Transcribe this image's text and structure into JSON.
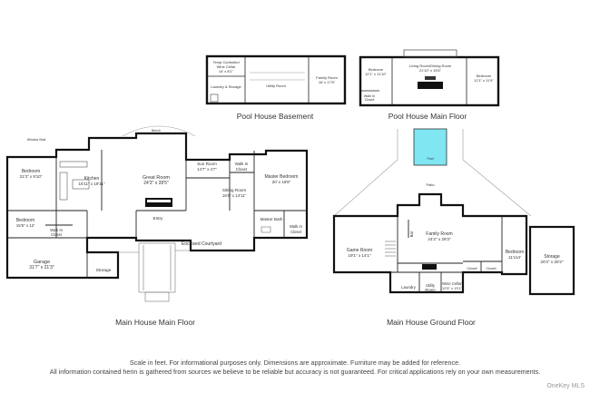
{
  "pool_basement": {
    "title": "Pool House Basement",
    "rooms": {
      "wine_cellar_1": "Temp Controlled",
      "wine_cellar_2": "Wine Cellar",
      "wine_cellar_3": "14' x 8'1\"",
      "laundry": "Laundry & Storage",
      "utility": "Utility Room",
      "family_1": "Family Room",
      "family_2": "16' x 17'8\""
    }
  },
  "pool_main": {
    "title": "Pool House Main Floor",
    "rooms": {
      "bed_left_1": "Bedroom",
      "bed_left_2": "12'1\" x 11'10\"",
      "living_1": "Living Room/Dining Room",
      "living_2": "21'10\" x 15'6\"",
      "bed_right_1": "Bedroom",
      "bed_right_2": "12'1\" x 11'9\"",
      "walkin_1": "Walk In",
      "walkin_2": "Closet"
    }
  },
  "main_main": {
    "title": "Main House Main Floor",
    "rooms": {
      "bedroom_1": "Bedroom",
      "bedroom_2": "21'3\" x 9'10\"",
      "kitchen_1": "Kitchen",
      "kitchen_2": "15'11\" x 19'11\"",
      "great_1": "Great Room",
      "great_2": "24'3\" x 28'5\"",
      "sun_1": "Sun Room",
      "sun_2": "14'7\" x 4'7\"",
      "walkin_a_1": "Walk In",
      "walkin_a_2": "Closet",
      "master_1": "Master Bedroom",
      "master_2": "20' x 18'8\"",
      "sitting_1": "Sitting Room",
      "sitting_2": "16'6\" x 14'11\"",
      "bedroom2_1": "Bedroom",
      "bedroom2_2": "15'5\" x 12'",
      "walkin_b_1": "Walk In",
      "walkin_b_2": "Closet",
      "entry": "Entry",
      "master_bath": "Master Bath",
      "walkin_c_1": "Walk In",
      "walkin_c_2": "Closet",
      "courtyard": "Enclosed Courtyard",
      "garage_1": "Garage",
      "garage_2": "31'7\" x 21'3\"",
      "storage": "Storage",
      "bench": "Bench",
      "window_seat": "Window Seat"
    }
  },
  "main_ground": {
    "title": "Main House Ground Floor",
    "rooms": {
      "pool": "Pool",
      "patio": "Patio",
      "bar": "Bar",
      "family_1": "Family Room",
      "family_2": "24'2\" x 28'3\"",
      "game_1": "Game Room",
      "game_2": "19'1\" x 14'1\"",
      "bedroom_1": "Bedroom",
      "bedroom_2": "11'x14'",
      "storage_1": "Storage",
      "storage_2": "20'2\" x 30'2\"",
      "closet_a": "Closet",
      "closet_b": "Closet",
      "laundry": "Laundry",
      "utility_1": "Utility",
      "utility_2": "Room",
      "wine_1": "Wine Cellar",
      "wine_2": "12'5\" x 13'1\""
    }
  },
  "footer": {
    "line1": "Scale in feet. For informational purposes only. Dimensions are approximate.  Furniture may be added for reference.",
    "line2": "All information contained herin is gathered from sources we believe to be reliable but accuracy is not guaranteed. For critical applications rely on your own measurements."
  },
  "watermark": "OneKey MLS"
}
